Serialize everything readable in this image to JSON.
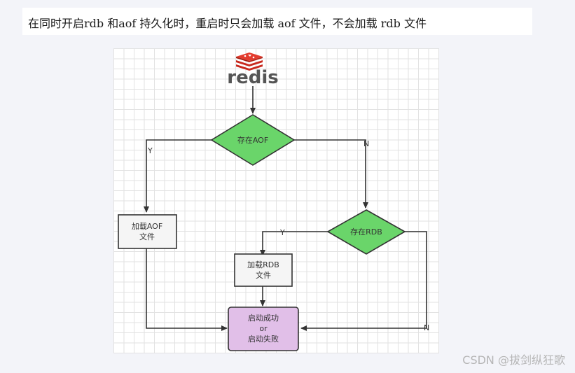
{
  "caption": "在同时开启rdb 和aof 持久化时，重启时只会加载 aof 文件，不会加载 rdb 文件",
  "logo": {
    "text": "redis",
    "color": "#d82c20"
  },
  "flowchart": {
    "decision_aof": {
      "label": "存在AOF",
      "fill": "#6ad56a"
    },
    "decision_rdb": {
      "label": "存在RDB",
      "fill": "#6ad56a"
    },
    "load_aof": {
      "line1": "加载AOF",
      "line2": "文件",
      "fill": "#f5f5f5"
    },
    "load_rdb": {
      "line1": "加载RDB",
      "line2": "文件",
      "fill": "#f5f5f5"
    },
    "result": {
      "line1": "启动成功",
      "line2": "or",
      "line3": "启动失败",
      "fill": "#e1bfe8"
    },
    "edge_labels": {
      "aof_yes": "Y",
      "aof_no": "N",
      "rdb_yes": "Y",
      "rdb_no": "N"
    }
  },
  "watermark": "CSDN @拔剑纵狂歌"
}
